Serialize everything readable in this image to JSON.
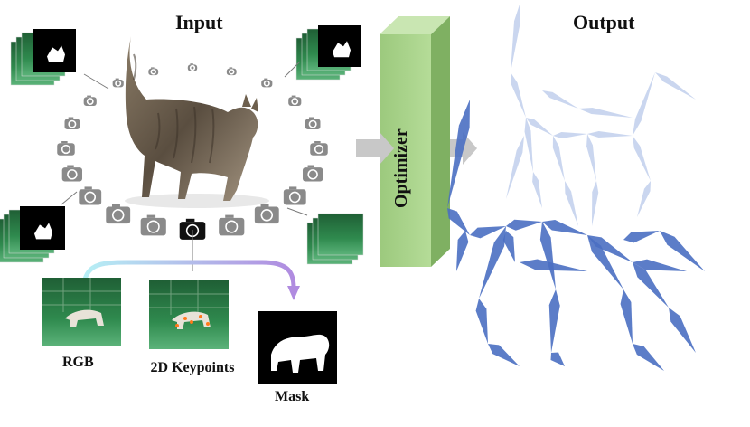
{
  "titles": {
    "input": "Input",
    "output": "Output"
  },
  "optimizer": {
    "label": "Optimizer",
    "color": "#a9d18e"
  },
  "views": {
    "rgb_label": "RGB",
    "keypoints_label": "2D Keypoints",
    "mask_label": "Mask"
  },
  "colors": {
    "arrow_gradient_start": "#b6f0f5",
    "arrow_gradient_end": "#b08be0",
    "skeleton": "#4a6fc2",
    "camera": "#8a8a8a",
    "camera_active": "#111111",
    "green_screen": "#2f8a4e"
  }
}
